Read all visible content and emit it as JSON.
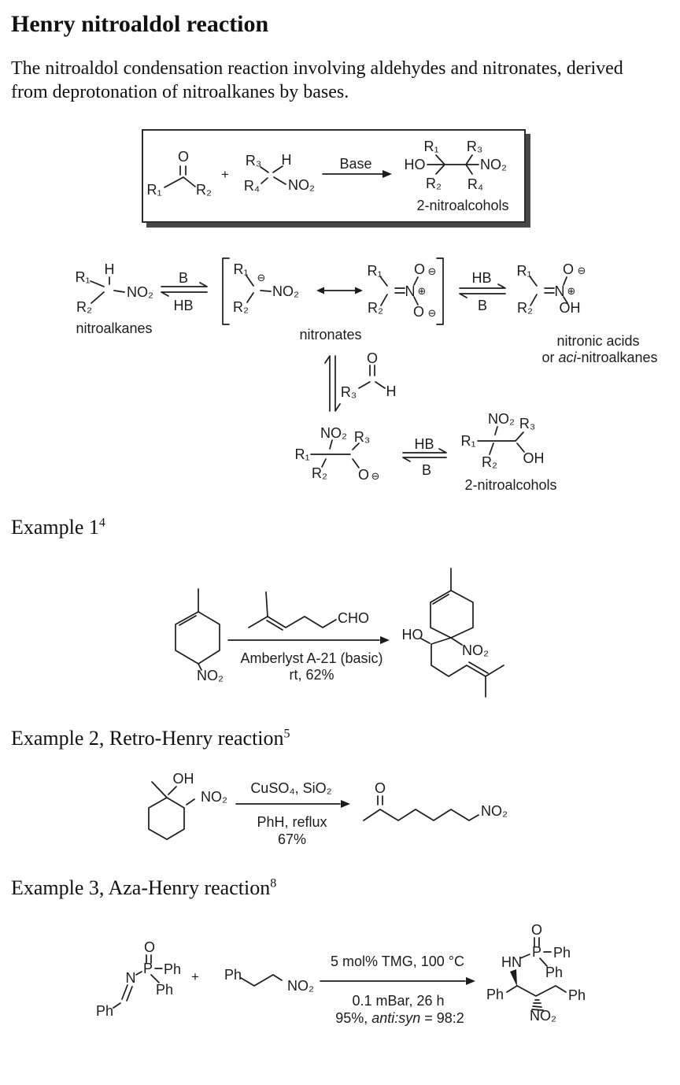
{
  "page": {
    "title": "Henry nitroaldol reaction",
    "intro_line1": "The nitroaldol condensation reaction involving aldehydes and nitronates, derived",
    "intro_line2": "from deprotonation of nitroalkanes by bases."
  },
  "colors": {
    "ink": "#1c1c1c",
    "background": "#ffffff",
    "box_shadow": "#474747"
  },
  "atoms": {
    "O": "O",
    "H": "H",
    "N": "N",
    "P": "P",
    "R1": "R₁",
    "R2": "R₂",
    "R3": "R₃",
    "R4": "R₄",
    "NO2": "NO₂",
    "HO": "HO",
    "OH": "OH",
    "HN": "HN",
    "CHO": "CHO",
    "Ph": "Ph",
    "plus": "+",
    "minus_charge": "⊖",
    "plus_charge": "⊕",
    "B": "B",
    "HB": "HB"
  },
  "overview": {
    "arrow_label": "Base",
    "caption": "2-nitroalcohols"
  },
  "mechanism": {
    "nitroalkanes_caption": "nitroalkanes",
    "nitronates_caption": "nitronates",
    "nitronic_caption_line1": "nitronic acids",
    "nitronic_caption_or": "or",
    "nitronic_caption_aci": "aci",
    "nitronic_caption_rest": "-nitroalkanes",
    "product_caption": "2-nitroalcohols"
  },
  "example1": {
    "heading": "Example 1",
    "ref": "4",
    "cond1": "Amberlyst A-21 (basic)",
    "cond2": "rt, 62%"
  },
  "example2": {
    "heading": "Example 2, Retro-Henry reaction",
    "ref": "5",
    "cond_above": "CuSO₄, SiO₂",
    "cond1": "PhH, reflux",
    "cond2": "67%"
  },
  "example3": {
    "heading": "Example 3, Aza-Henry reaction",
    "ref": "8",
    "cond_above": "5 mol% TMG, 100 °C",
    "cond1": "0.1 mBar, 26 h",
    "cond2_prefix": "95%,",
    "cond2_italic": "anti:syn",
    "cond2_suffix": "= 98:2"
  }
}
